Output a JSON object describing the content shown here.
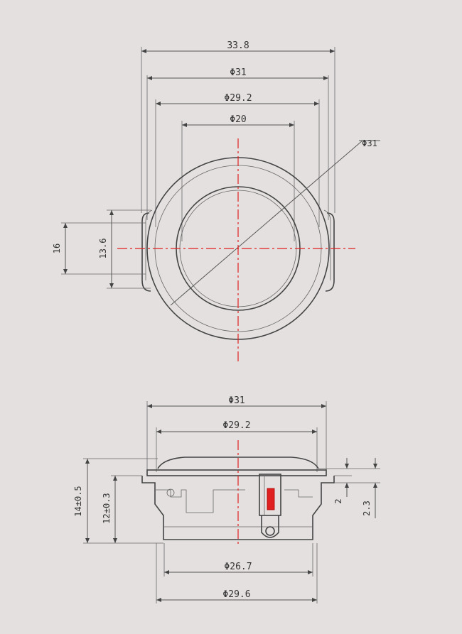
{
  "top_view": {
    "dim_overall": "33.8",
    "dim_outer": "Φ31",
    "dim_ring": "Φ29.2",
    "dim_inner": "Φ20",
    "dim_diag": "Φ31",
    "dim_left_outer": "16",
    "dim_left_inner": "13.6"
  },
  "side_view": {
    "dim_top": "Φ31",
    "dim_ring": "Φ29.2",
    "dim_bottom_inner": "Φ26.7",
    "dim_bottom_outer": "Φ29.6",
    "dim_height_total": "14±0.5",
    "dim_height_body": "12±0.3",
    "dim_right_a": "2",
    "dim_right_b": "2.3"
  },
  "colors": {
    "background": "#e5e0e0",
    "line": "#444444",
    "centerline": "#e02020",
    "terminal": "#e02020"
  }
}
